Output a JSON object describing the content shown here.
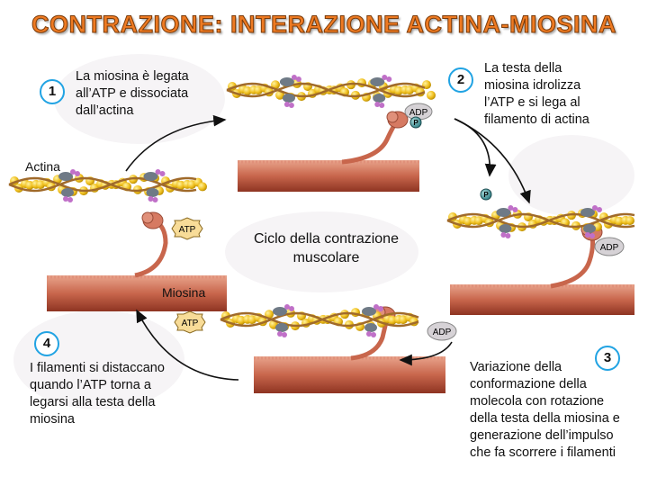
{
  "title": "CONTRAZIONE: INTERAZIONE ACTINA-MIOSINA",
  "steps": [
    {
      "number": "1",
      "text": [
        "La miosina è legata",
        "all’ATP e dissociata",
        "dall’actina"
      ]
    },
    {
      "number": "2",
      "text": [
        "La testa della",
        "miosina idrolizza",
        "l’ATP e si lega al",
        "filamento di actina"
      ]
    },
    {
      "number": "3",
      "text": [
        "Variazione della",
        "conformazione della",
        "molecola con rotazione",
        "della testa della miosina e",
        "generazione dell’impulso",
        "che fa scorrere i filamenti"
      ]
    },
    {
      "number": "4",
      "text": [
        "I filamenti si distaccano",
        "quando l’ATP torna a",
        "legarsi alla testa della",
        "miosina"
      ]
    }
  ],
  "center_label": [
    "Ciclo della contrazione",
    "muscolare"
  ],
  "labels": {
    "actina": "Actina",
    "miosina": "Miosina"
  },
  "badges": {
    "atp": "ATP",
    "adp": "ADP",
    "p": "P"
  },
  "colors": {
    "title": "#ee7a22",
    "step_ring": "#21a3e3",
    "myosin": "#c86a52",
    "actin_bead": "#f0c020"
  }
}
